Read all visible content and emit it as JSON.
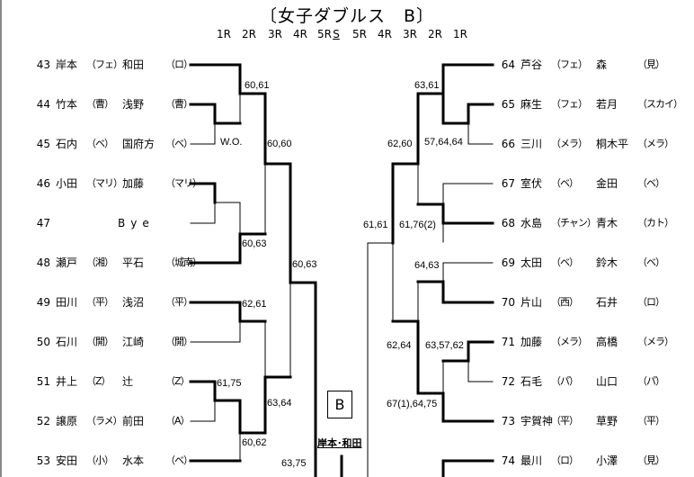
{
  "title": "〔女子ダブルス　B〕",
  "rounds": [
    "1R",
    "2R",
    "3R",
    "4R",
    "5R",
    "S",
    "5R",
    "4R",
    "3R",
    "2R",
    "1R"
  ],
  "left": [
    {
      "no": "43",
      "p1": "岸本",
      "a1": "（フェ）",
      "p2": "和田",
      "a2": "（ロ）"
    },
    {
      "no": "44",
      "p1": "竹本",
      "a1": "（曹）",
      "p2": "浅野",
      "a2": "（曹）"
    },
    {
      "no": "45",
      "p1": "石内",
      "a1": "（ベ）",
      "p2": "国府方",
      "a2": "（ベ）"
    },
    {
      "no": "46",
      "p1": "小田",
      "a1": "（マリ）",
      "p2": "加藤",
      "a2": "（マリ）"
    },
    {
      "no": "47",
      "bye": "Bye"
    },
    {
      "no": "48",
      "p1": "瀬戸",
      "a1": "（湘）",
      "p2": "平石",
      "a2": "（城南）"
    },
    {
      "no": "49",
      "p1": "田川",
      "a1": "（平）",
      "p2": "浅沼",
      "a2": "（平）"
    },
    {
      "no": "50",
      "p1": "石川",
      "a1": "（開）",
      "p2": "江崎",
      "a2": "（開）"
    },
    {
      "no": "51",
      "p1": "井上",
      "a1": "（Z）",
      "p2": "辻",
      "a2": "（Z）"
    },
    {
      "no": "52",
      "p1": "譲原",
      "a1": "（ラメ）",
      "p2": "前田",
      "a2": "（A）"
    },
    {
      "no": "53",
      "p1": "安田",
      "a1": "（小）",
      "p2": "水本",
      "a2": "（ベ）"
    }
  ],
  "right": [
    {
      "no": "64",
      "p1": "芦谷",
      "a1": "（フェ）",
      "p2": "森",
      "a2": "（見）"
    },
    {
      "no": "65",
      "p1": "麻生",
      "a1": "（フェ）",
      "p2": "若月",
      "a2": "（スカイ）"
    },
    {
      "no": "66",
      "p1": "三川",
      "a1": "（メラ）",
      "p2": "桐木平",
      "a2": "（メラ）"
    },
    {
      "no": "67",
      "p1": "室伏",
      "a1": "（ベ）",
      "p2": "金田",
      "a2": "（ベ）"
    },
    {
      "no": "68",
      "p1": "水島",
      "a1": "（チャン）",
      "p2": "青木",
      "a2": "（カト）"
    },
    {
      "no": "69",
      "p1": "太田",
      "a1": "（ベ）",
      "p2": "鈴木",
      "a2": "（ベ）"
    },
    {
      "no": "70",
      "p1": "片山",
      "a1": "（西）",
      "p2": "石井",
      "a2": "（ロ）"
    },
    {
      "no": "71",
      "p1": "加藤",
      "a1": "（メラ）",
      "p2": "高橋",
      "a2": "（メラ）"
    },
    {
      "no": "72",
      "p1": "石毛",
      "a1": "（パ）",
      "p2": "山口",
      "a2": "（パ）"
    },
    {
      "no": "73",
      "p1": "宇賀神",
      "a1": "（平）",
      "p2": "草野",
      "a2": "（平）"
    },
    {
      "no": "74",
      "p1": "最川",
      "a1": "（ロ）",
      "p2": "小澤",
      "a2": "（見）"
    }
  ],
  "scores": {
    "l_60_61": "60,61",
    "l_wo": "W.O.",
    "l_60_60": "60,60",
    "l_60_63a": "60,63",
    "l_60_63b": "60,63",
    "l_62_61": "62,61",
    "l_61_75": "61,75",
    "l_63_64": "63,64",
    "l_60_62": "60,62",
    "l_63_75": "63,75",
    "r_63_61": "63,61",
    "r_57_64_64": "57,64,64",
    "r_62_60": "62,60",
    "r_61_61": "61,61",
    "r_61_76": "61,76(2)",
    "r_64_63": "64,63",
    "r_62_64": "62,64",
    "r_63_57_62": "63,57,62",
    "r_67_64_75": "67(1),64,75"
  },
  "block_label": "B",
  "champion": "岸本･和田"
}
